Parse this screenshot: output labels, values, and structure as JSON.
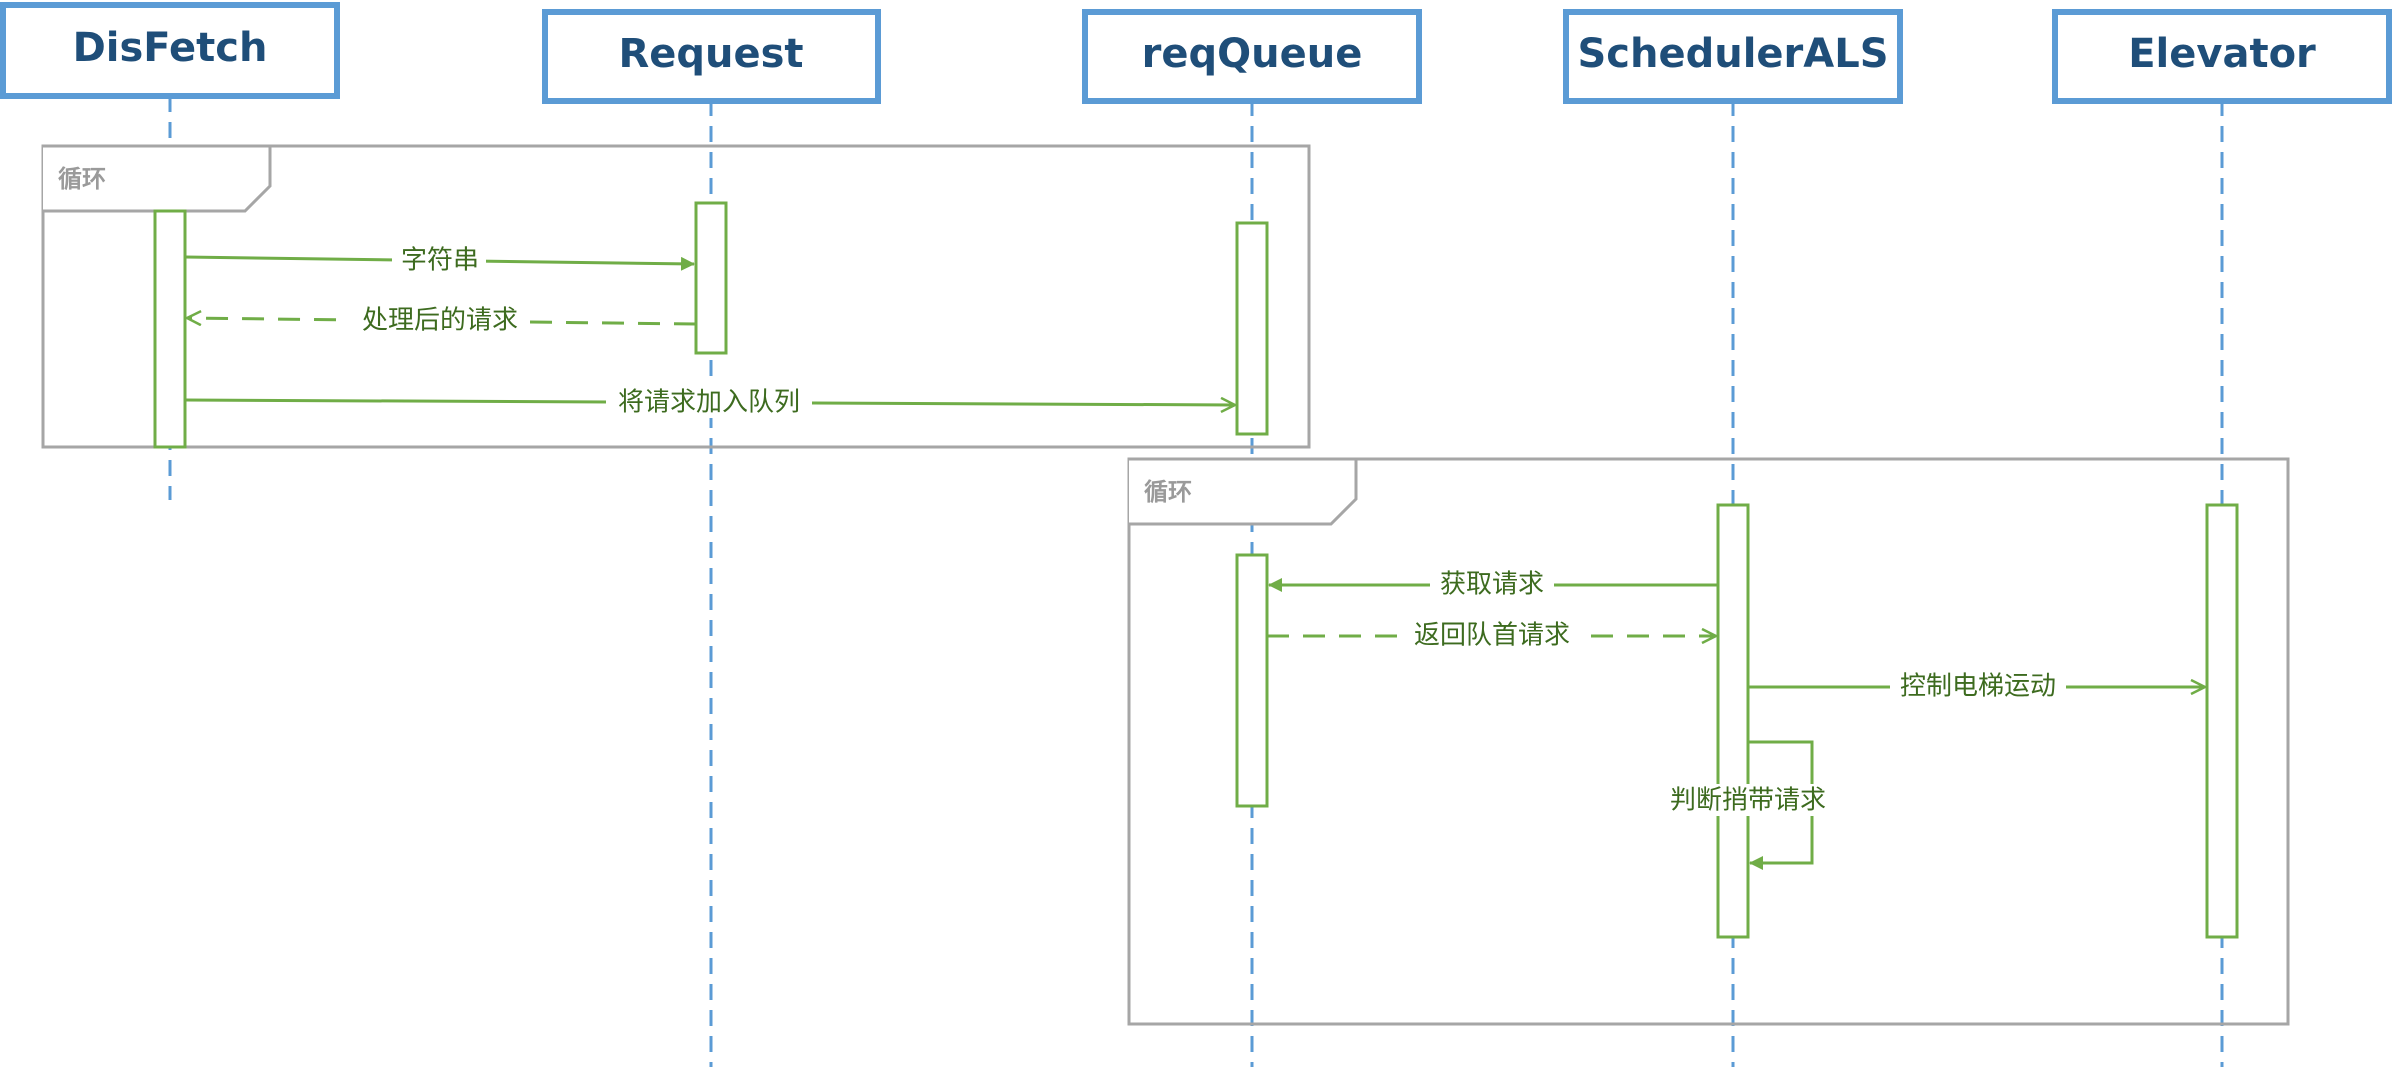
{
  "participants": [
    {
      "id": "disfetch",
      "label": "DisFetch"
    },
    {
      "id": "request",
      "label": "Request"
    },
    {
      "id": "reqqueue",
      "label": "reqQueue"
    },
    {
      "id": "scheduler",
      "label": "SchedulerALS"
    },
    {
      "id": "elevator",
      "label": "Elevator"
    }
  ],
  "frames": [
    {
      "label": "循环"
    },
    {
      "label": "循环"
    }
  ],
  "messages": [
    {
      "label": "字符串",
      "from": "DisFetch",
      "to": "Request",
      "style": "sync"
    },
    {
      "label": "处理后的请求",
      "from": "Request",
      "to": "DisFetch",
      "style": "return"
    },
    {
      "label": "将请求加入队列",
      "from": "DisFetch",
      "to": "reqQueue",
      "style": "async"
    },
    {
      "label": "获取请求",
      "from": "SchedulerALS",
      "to": "reqQueue",
      "style": "sync"
    },
    {
      "label": "返回队首请求",
      "from": "reqQueue",
      "to": "SchedulerALS",
      "style": "return"
    },
    {
      "label": "控制电梯运动",
      "from": "SchedulerALS",
      "to": "Elevator",
      "style": "async"
    },
    {
      "label": "判断捎带请求",
      "from": "SchedulerALS",
      "to": "SchedulerALS",
      "style": "self"
    }
  ],
  "colors": {
    "participant_border": "#5b9bd5",
    "participant_text": "#1f4e79",
    "lifeline": "#5b9bd5",
    "activation": "#70ad47",
    "message": "#70ad47",
    "message_text": "#3d6b1f",
    "frame": "#a6a6a6",
    "frame_text": "#9a9a9a"
  }
}
